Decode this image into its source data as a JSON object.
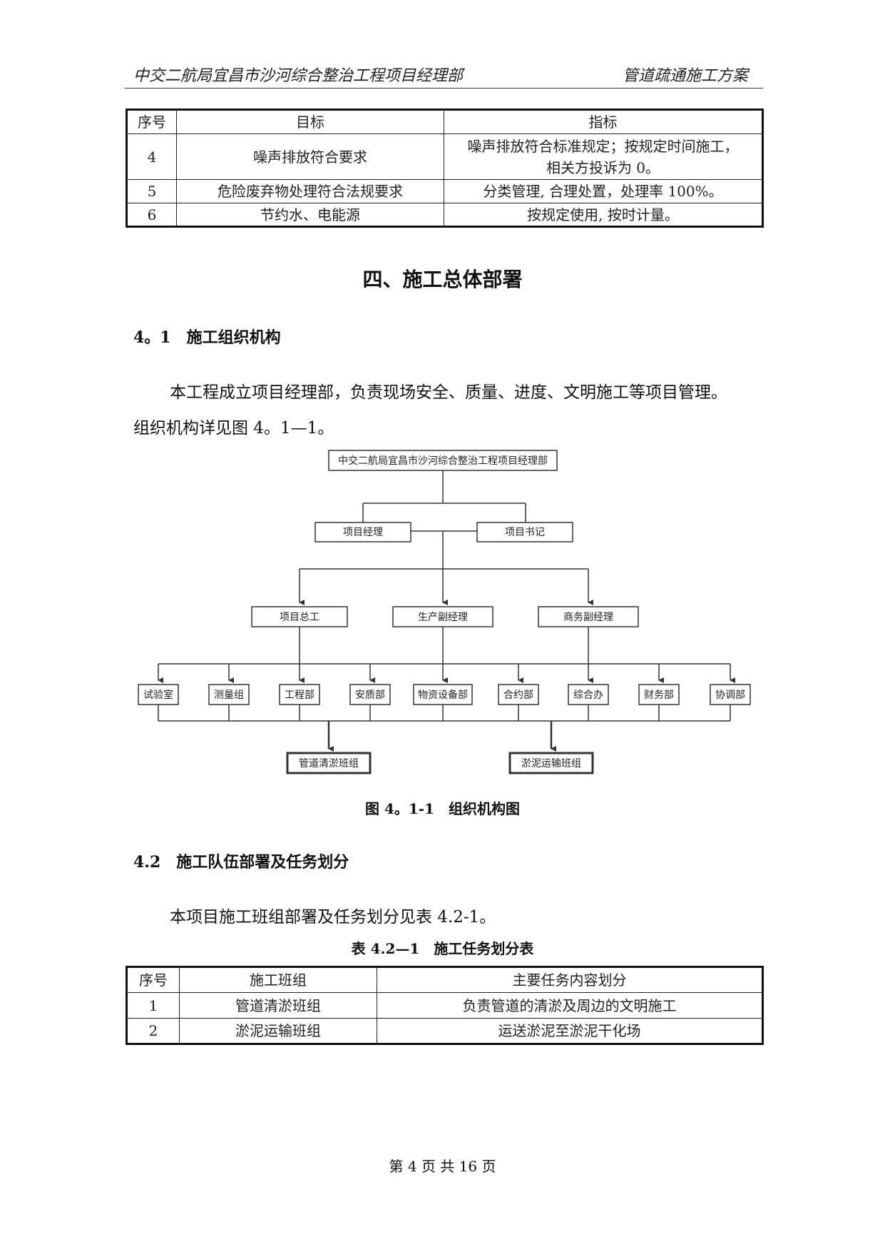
{
  "header": {
    "left": "中交二航局宜昌市沙河综合整治工程项目经理部",
    "right": "管道疏通施工方案"
  },
  "table1": {
    "headers": [
      "序号",
      "目标",
      "指标"
    ],
    "rows": [
      [
        "4",
        "噪声排放符合要求",
        "噪声排放符合标准规定；按规定时间施工，",
        "相关方投诉为 0。"
      ],
      [
        "5",
        "危险废弃物处理符合法规要求",
        "分类管理, 合理处置，处理率 100%。"
      ],
      [
        "6",
        "节约水、电能源",
        "按规定使用, 按时计量。"
      ]
    ]
  },
  "section4": {
    "title": "四、施工总体部署"
  },
  "s41": {
    "heading": "4。1　施工组织机构",
    "para_line1": "本工程成立项目经理部，负责现场安全、质量、进度、文明施工等项目管理。",
    "para_line2": "组织机构详见图 4。1—1。"
  },
  "org": {
    "root": "中交二航局宜昌市沙河综合整治工程项目经理部",
    "level1": [
      "项目经理",
      "项目书记"
    ],
    "level2": [
      "项目总工",
      "生产副经理",
      "商务副经理"
    ],
    "level3": [
      "试验室",
      "测量组",
      "工程部",
      "安质部",
      "物资设备部",
      "合约部",
      "综合办",
      "财务部",
      "协调部"
    ],
    "teams": [
      "管道清淤班组",
      "淤泥运输班组"
    ]
  },
  "figure": {
    "caption": "图 4。1-1　组织机构图"
  },
  "s42": {
    "heading": "4.2　施工队伍部署及任务划分",
    "para": "本项目施工班组部署及任务划分见表 4.2-1。"
  },
  "table2": {
    "caption": "表 4.2—1　施工任务划分表",
    "headers": [
      "序号",
      "施工班组",
      "主要任务内容划分"
    ],
    "rows": [
      [
        "1",
        "管道清淤班组",
        "负责管道的清淤及周边的文明施工"
      ],
      [
        "2",
        "淤泥运输班组",
        "运送淤泥至淤泥干化场"
      ]
    ]
  },
  "footer": {
    "page": "第 4 页  共 16 页"
  }
}
